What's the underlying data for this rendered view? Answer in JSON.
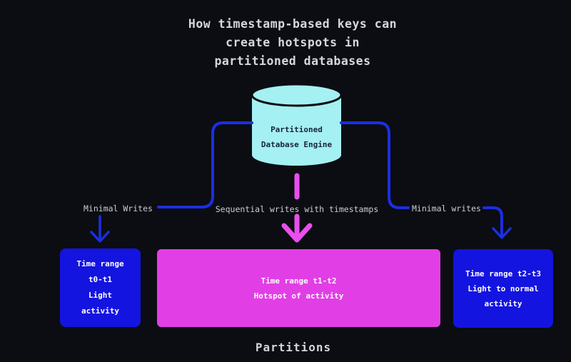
{
  "title": {
    "lines": [
      "How timestamp-based keys can",
      "create hotspots in",
      "partitioned databases"
    ]
  },
  "cylinder": {
    "label_lines": [
      "Partitioned",
      "Database Engine"
    ]
  },
  "labels": {
    "left_branch": "Minimal Writes",
    "center_branch": "Sequential writes with timestamps",
    "right_branch": "Minimal writes",
    "caption": "Partitions"
  },
  "partitions": [
    {
      "id": "partition-t0-t1",
      "lines": [
        "Time range",
        "t0-t1",
        "Light",
        "activity"
      ],
      "color": "#1414e0"
    },
    {
      "id": "partition-t1-t2",
      "lines": [
        "Time range t1-t2",
        "Hotspot of activity"
      ],
      "color": "#e23ee6"
    },
    {
      "id": "partition-t2-t3",
      "lines": [
        "Time range t2-t3",
        "Light to normal",
        "activity"
      ],
      "color": "#1414e0"
    }
  ],
  "colors": {
    "background": "#0b0d12",
    "connector_blue": "#1c2ee4",
    "partition_blue": "#1414e0",
    "hotspot_magenta": "#e23ee6",
    "arrow_magenta": "#e84fee",
    "cylinder_cyan": "#a5f0f2",
    "cylinder_text": "#16253f",
    "text_light": "#d5d7da"
  }
}
